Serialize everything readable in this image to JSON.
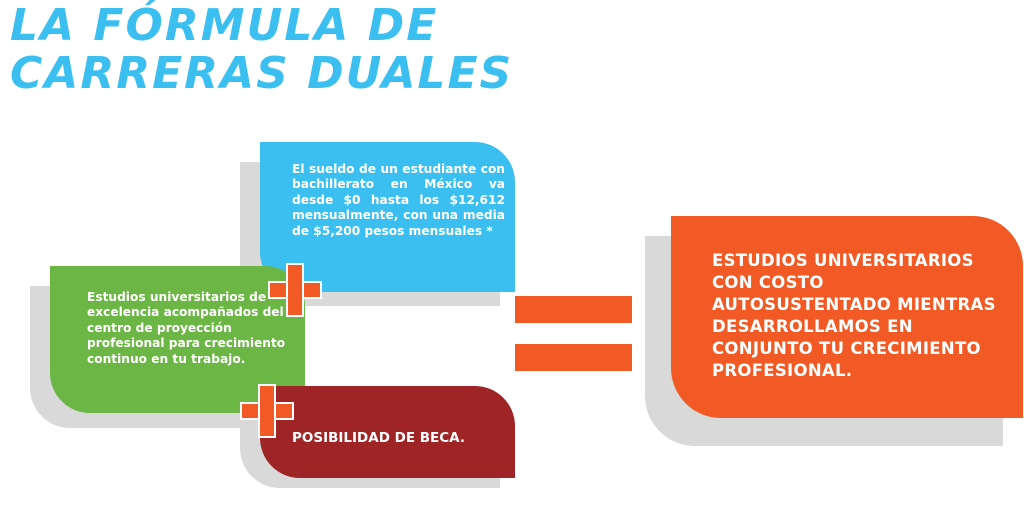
{
  "title": {
    "line1": "LA FÓRMULA DE",
    "line2": "CARRERAS DUALES"
  },
  "cards": {
    "salary": "El sueldo de un estudiante con bachillerato en México va desde $0 hasta los $12,612 mensualmente, con una media de $5,200 pesos mensuales *",
    "studies": "Estudios universitarios de excelencia acompañados del centro de proyección profesional para crecimiento continuo en tu trabajo.",
    "scholarship": "POSIBILIDAD DE BECA.",
    "result": "ESTUDIOS UNIVERSITARIOS CON COSTO AUTOSUSTENTADO MIENTRAS DESARROLLAMOS EN CONJUNTO TU CRECIMIENTO PROFESIONAL."
  },
  "colors": {
    "title": "#3bbff0",
    "salary_card": "#3bbff0",
    "studies_card": "#6cb645",
    "scholarship_card": "#9e2425",
    "result_card": "#f15a24",
    "operators": "#f15a24",
    "shadow": "#d9d9d9"
  },
  "operators": [
    "plus-icon",
    "plus-icon",
    "equals-icon"
  ]
}
